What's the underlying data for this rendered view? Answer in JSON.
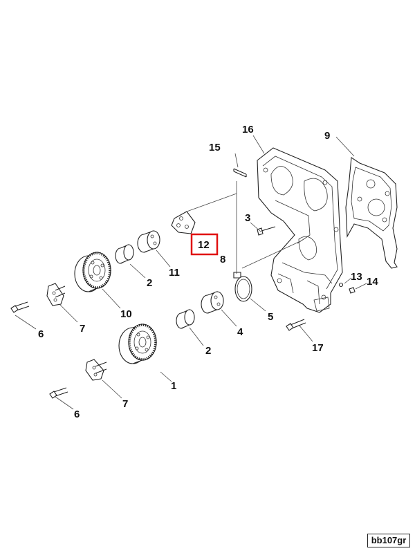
{
  "callouts": {
    "c1": "1",
    "c2a": "2",
    "c2b": "2",
    "c3": "3",
    "c4": "4",
    "c5": "5",
    "c6a": "6",
    "c6b": "6",
    "c7a": "7",
    "c7b": "7",
    "c8": "8",
    "c9": "9",
    "c10": "10",
    "c11": "11",
    "c12": "12",
    "c13": "13",
    "c14": "14",
    "c15": "15",
    "c16": "16",
    "c17": "17"
  },
  "highlighted_callout": "12",
  "highlight_color": "#e01010",
  "reference_code": "bb107gr"
}
